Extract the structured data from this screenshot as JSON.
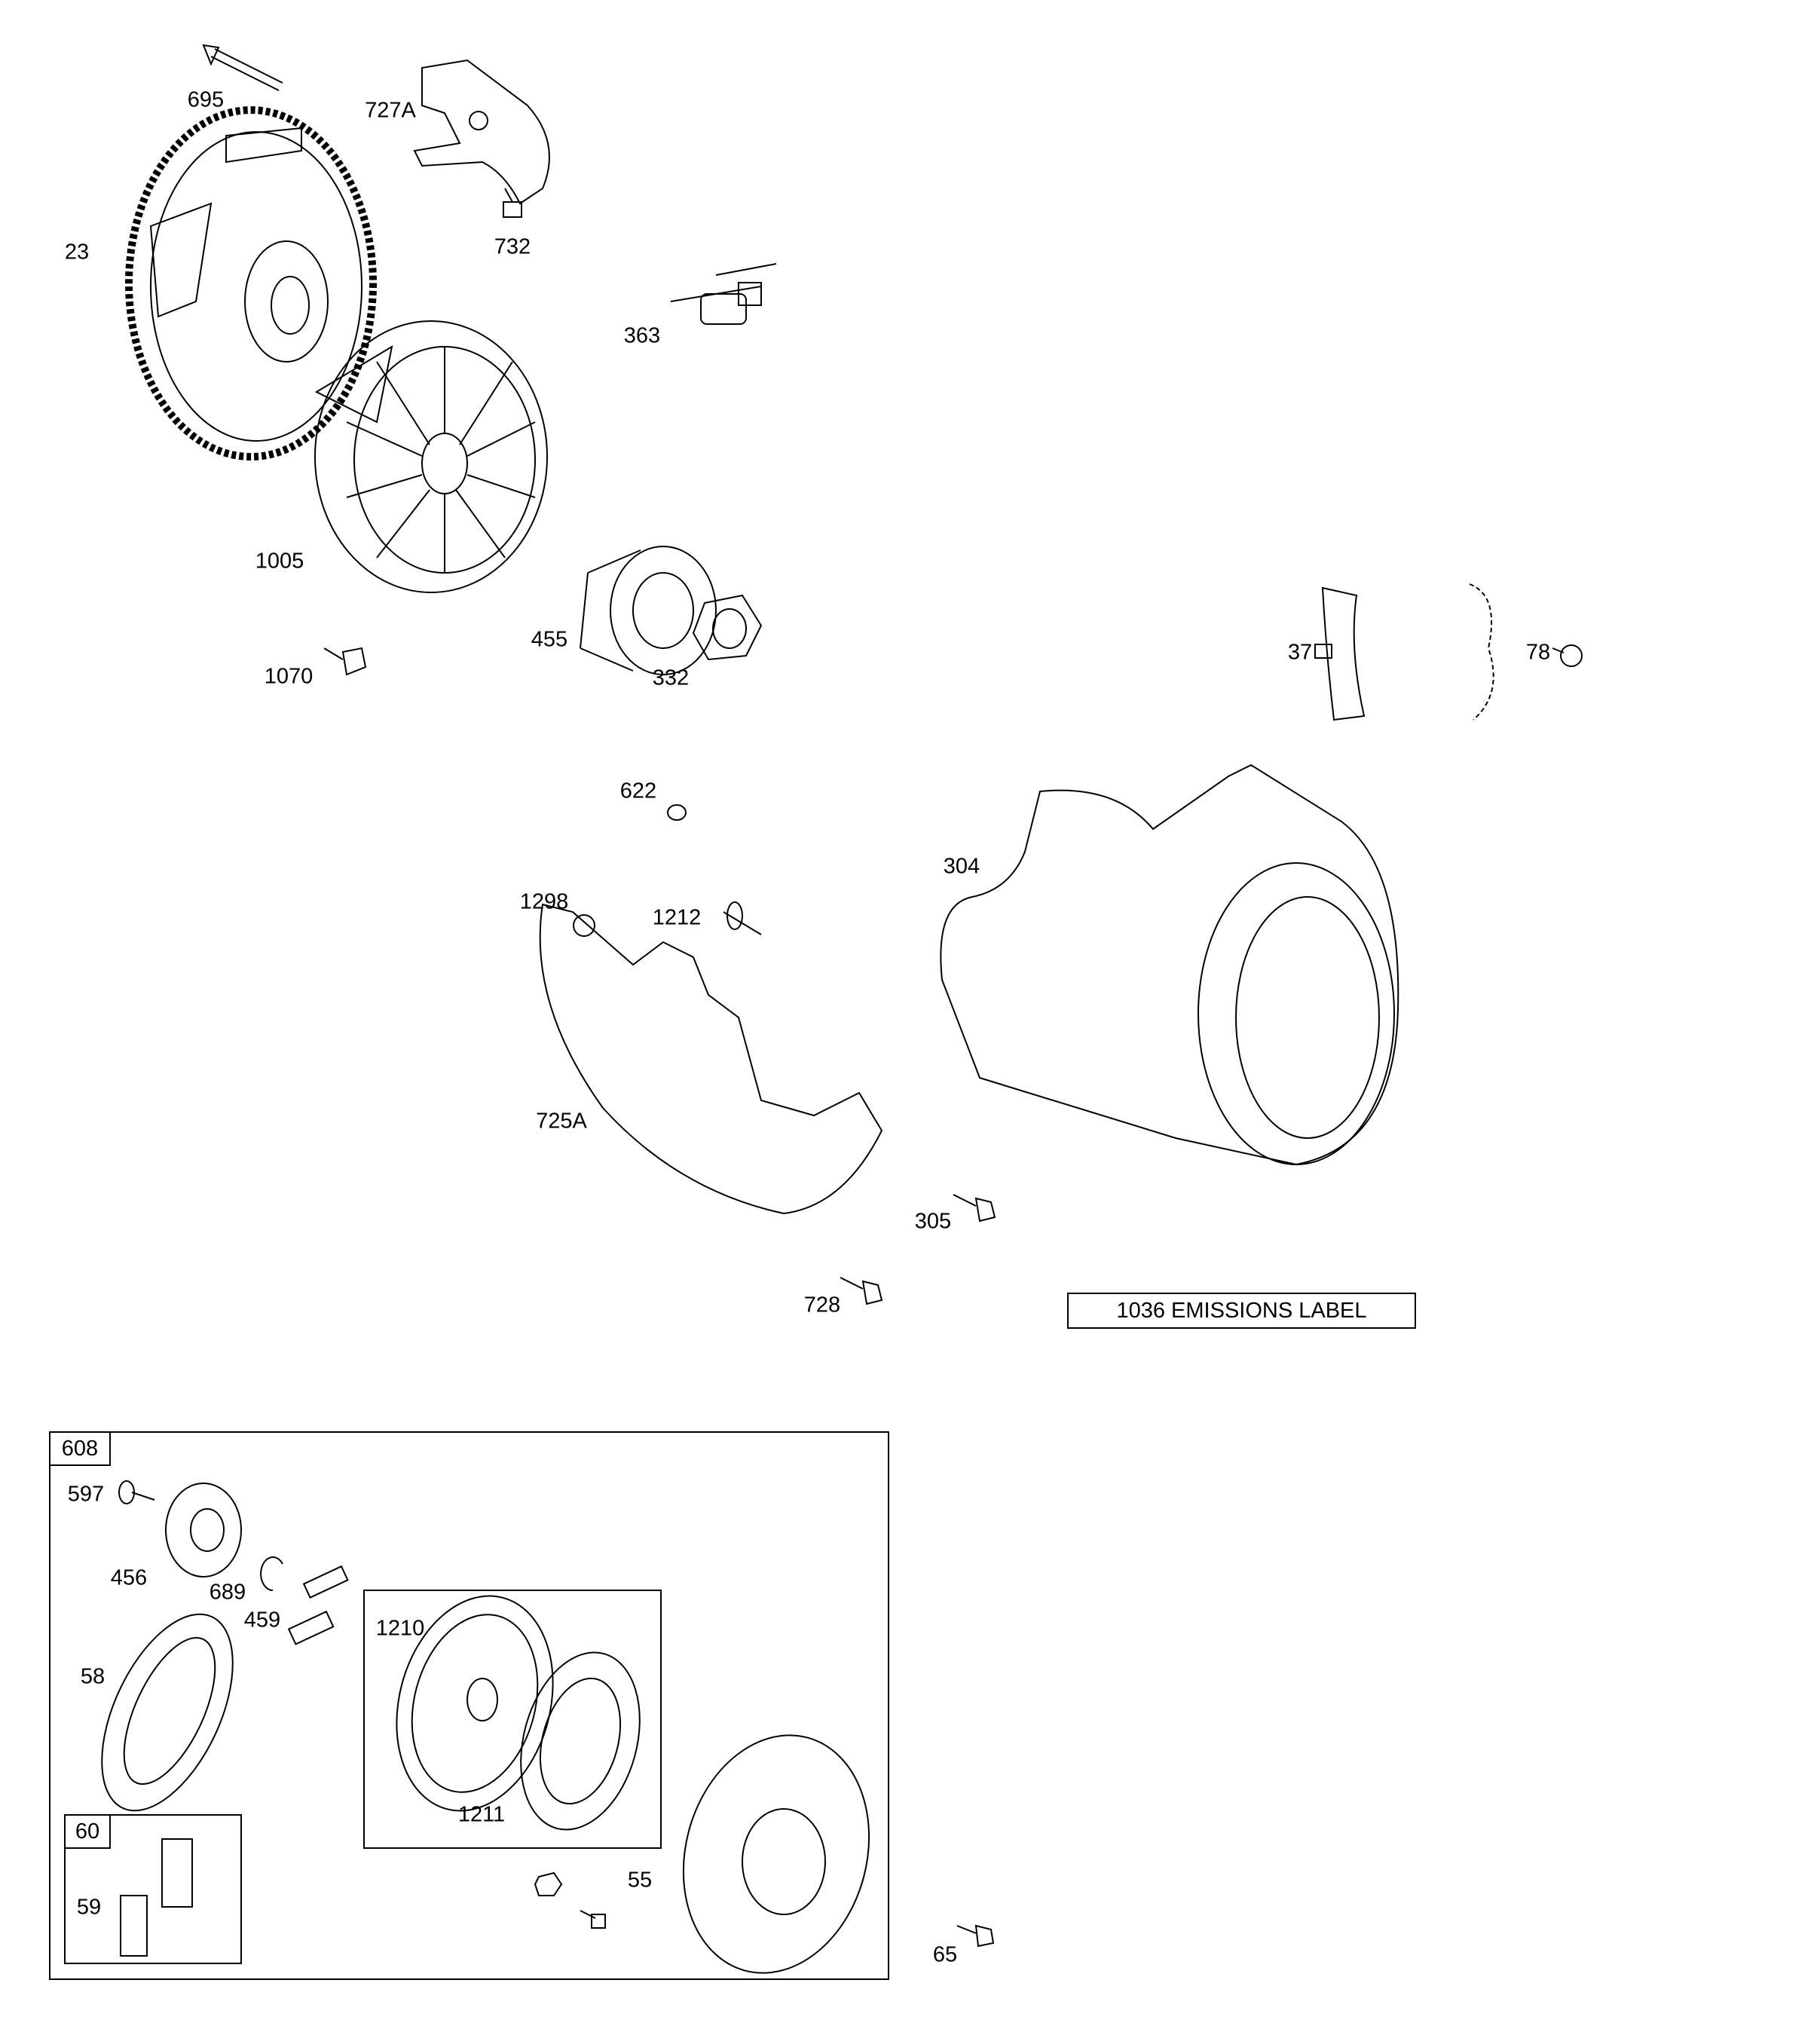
{
  "callouts": {
    "p695": "695",
    "p727A": "727A",
    "p23": "23",
    "p732": "732",
    "p363": "363",
    "p1005": "1005",
    "p455": "455",
    "p332": "332",
    "p1070": "1070",
    "p37": "37",
    "p78": "78",
    "p622": "622",
    "p304": "304",
    "p1298": "1298",
    "p1212": "1212",
    "p725A": "725A",
    "p305": "305",
    "p728": "728",
    "p597": "597",
    "p456": "456",
    "p689": "689",
    "p459": "459",
    "p1210": "1210",
    "p58": "58",
    "p1211": "1211",
    "p59": "59",
    "p55": "55",
    "p65": "65"
  },
  "groups": {
    "rewind_starter": "608",
    "handle_kit": "60"
  },
  "emissions_label": "1036 EMISSIONS LABEL"
}
